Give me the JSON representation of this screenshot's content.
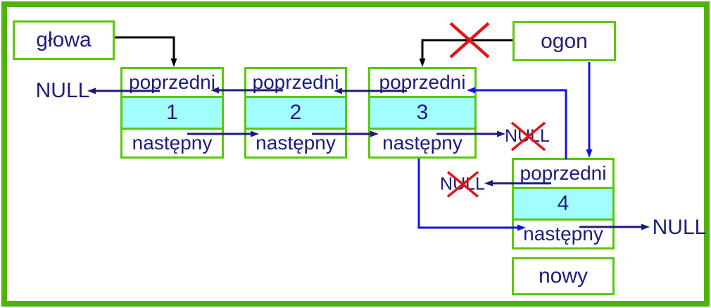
{
  "labels": {
    "head_box": "głowa",
    "tail_box": "ogon",
    "new_box": "nowy",
    "prev_field": "poprzedni",
    "next_field": "następny"
  },
  "nodes": [
    {
      "value": "1"
    },
    {
      "value": "2"
    },
    {
      "value": "3"
    },
    {
      "value": "4"
    }
  ],
  "null_markers": [
    {
      "text": "NULL",
      "crossed_out": false,
      "location": "left-of-node-1-prev"
    },
    {
      "text": "NULL",
      "crossed_out": true,
      "location": "right-of-node-3-next"
    },
    {
      "text": "NULL",
      "crossed_out": true,
      "location": "left-of-node-4-prev"
    },
    {
      "text": "NULL",
      "crossed_out": false,
      "location": "right-of-node-4-next"
    }
  ],
  "colors": {
    "frame_green": "#4fb30a",
    "box_green": "#5cc70d",
    "cell_cyan": "#a2fdff",
    "text_navy": "#1c1c7d",
    "arrow_blue": "#1212e8",
    "arrow_black": "#000000",
    "cross_red": "#e41414"
  }
}
